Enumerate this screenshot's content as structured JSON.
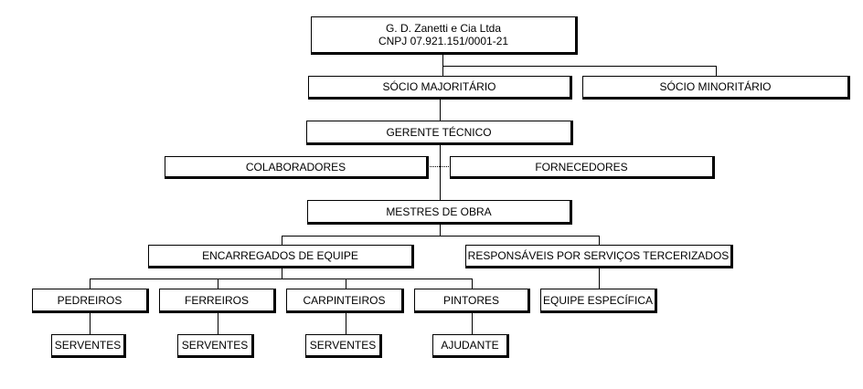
{
  "company": {
    "name": "G. D. Zanetti e Cia Ltda",
    "cnpj": "CNPJ 07.921.151/0001-21"
  },
  "partners": {
    "majority": "SÓCIO MAJORITÁRIO",
    "minority": "SÓCIO MINORITÁRIO"
  },
  "manager": "GERENTE TÉCNICO",
  "side": {
    "collaborators": "COLABORADORES",
    "suppliers": "FORNECEDORES"
  },
  "foremen": "MESTRES DE OBRA",
  "leads": {
    "teams": "ENCARREGADOS DE EQUIPE",
    "outsourced": "RESPONSÁVEIS POR SERVIÇOS TERCERIZADOS"
  },
  "trades": {
    "masons": "PEDREIROS",
    "ironworkers": "FERREIROS",
    "carpenters": "CARPINTEIROS",
    "painters": "PINTORES",
    "specific": "EQUIPE ESPECÍFICA"
  },
  "helpers": {
    "masons": "SERVENTES",
    "ironworkers": "SERVENTES",
    "carpenters": "SERVENTES",
    "painters": "AJUDANTE"
  },
  "colors": {
    "line": "#000000",
    "background": "#ffffff"
  }
}
